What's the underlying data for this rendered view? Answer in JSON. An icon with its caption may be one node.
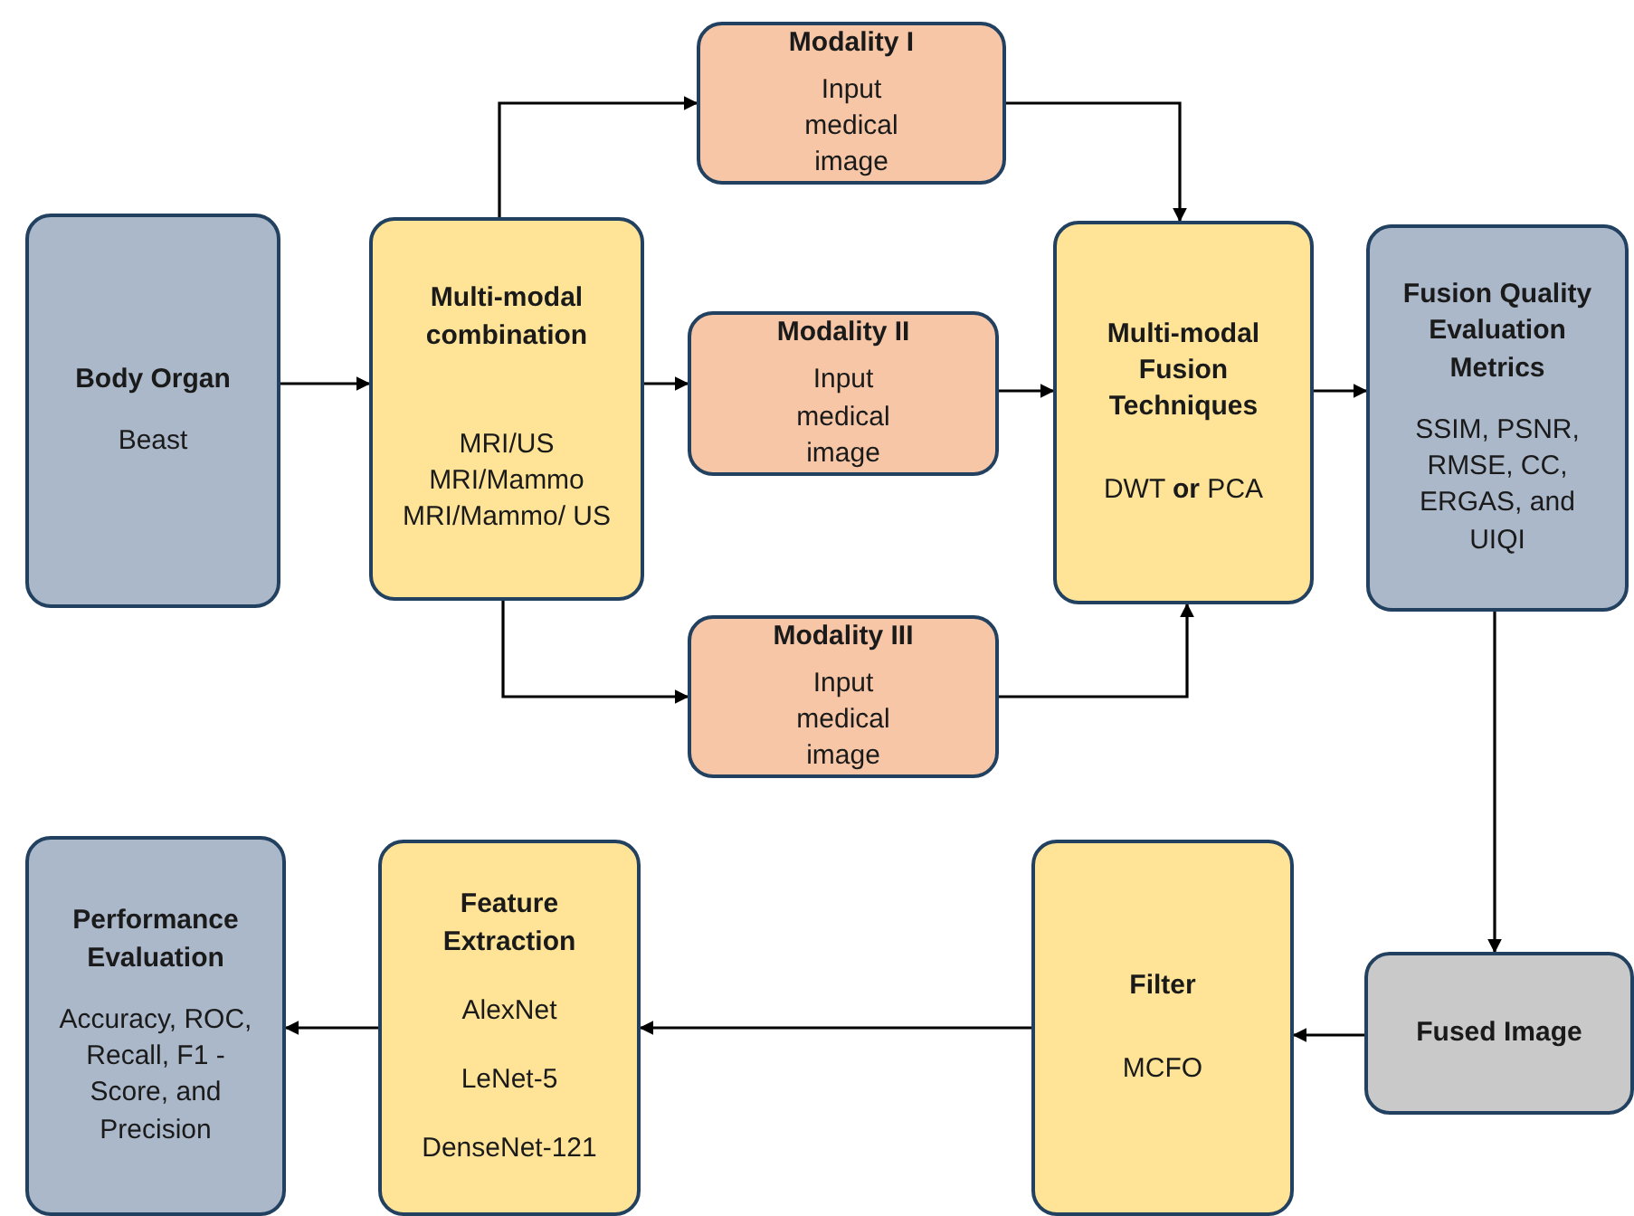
{
  "diagram": {
    "nodes": [
      {
        "text": [
          "Body Organ",
          "Beast"
        ]
      },
      {
        "text": [
          "Multi-modal combination",
          "MRI/US",
          "MRI/Mammo",
          "MRI/Mammo/ US"
        ]
      },
      {
        "text": [
          "Modality I",
          "Input medical image"
        ]
      },
      {
        "text": [
          "Modality II",
          "Input medical image"
        ]
      },
      {
        "text": [
          "Modality III",
          "Input medical image"
        ]
      },
      {
        "text": [
          "Multi-modal Fusion Techniques",
          "DWT **or** PCA"
        ]
      },
      {
        "text": [
          "Fusion Quality Evaluation Metrics",
          "SSIM, PSNR, RMSE, CC, ERGAS, and UIQI"
        ]
      },
      {
        "text": [
          "Fused Image"
        ]
      },
      {
        "text": [
          "Filter",
          "MCFO"
        ]
      },
      {
        "text": [
          "Feature Extraction",
          "AlexNet",
          "LeNet-5",
          "DenseNet-121"
        ]
      },
      {
        "text": [
          "Performance Evaluation",
          "Accuracy, ROC, Recall, F1 - Score, and Precision"
        ]
      }
    ],
    "edges": [
      {
        "from": 0,
        "to": 1,
        "arrow": "to"
      },
      {
        "from": 1,
        "to": 2,
        "arrow": "to"
      },
      {
        "from": 1,
        "to": 3,
        "arrow": "to"
      },
      {
        "from": 1,
        "to": 4,
        "arrow": "to"
      },
      {
        "from": 2,
        "to": 5,
        "arrow": "to"
      },
      {
        "from": 3,
        "to": 5,
        "arrow": "to"
      },
      {
        "from": 4,
        "to": 5,
        "arrow": "to"
      },
      {
        "from": 5,
        "to": 6,
        "arrow": "to"
      },
      {
        "from": 6,
        "to": 7,
        "arrow": "to"
      },
      {
        "from": 7,
        "to": 8,
        "arrow": "to"
      },
      {
        "from": 8,
        "to": 9,
        "arrow": "to"
      },
      {
        "from": 9,
        "to": 10,
        "arrow": "to"
      }
    ]
  }
}
